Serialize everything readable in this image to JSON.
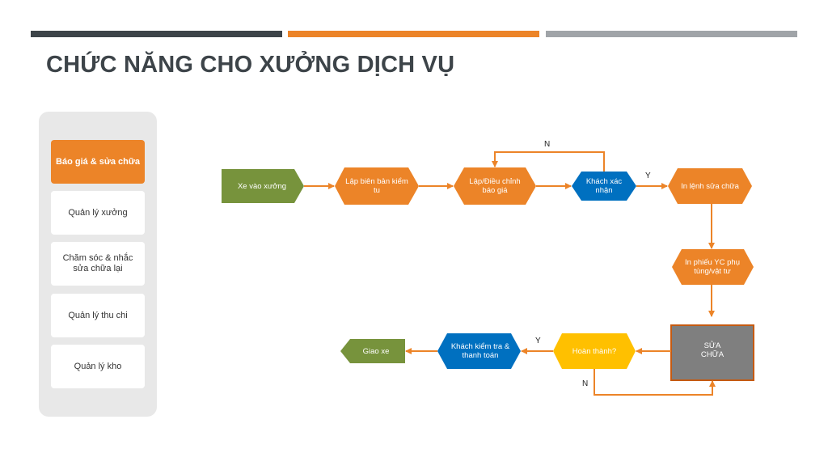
{
  "title": "CHỨC NĂNG CHO XƯỞNG DỊCH VỤ",
  "sidebar": {
    "items": [
      {
        "label": "Báo giá & sửa chữa",
        "active": true
      },
      {
        "label": "Quản lý xưởng"
      },
      {
        "label": "Chăm sóc & nhắc sửa chữa lại"
      },
      {
        "label": "Quản lý thu chi"
      },
      {
        "label": "Quản lý kho"
      }
    ]
  },
  "flow": {
    "nodes": {
      "xe_vao_xuong": "Xe vào xưởng",
      "lap_bien_ban": "Lập biên bản kiểm tu",
      "lap_dieu_chinh": "Lập/Điều chỉnh báo giá",
      "khach_xac_nhan": "Khách xác nhận",
      "in_lenh": "In lệnh sửa chữa",
      "in_phieu": "In phiếu YC phụ tùng/vật tư",
      "sua_chua": "SỬA CHỮA",
      "hoan_thanh": "Hoàn thành?",
      "khach_kiem_tra": "Khách kiểm tra & thanh toán",
      "giao_xe": "Giao xe"
    },
    "marks": {
      "n_top": "N",
      "y_confirm": "Y",
      "y_done": "Y",
      "n_bottom": "N"
    },
    "colors": {
      "green": "#77933c",
      "orange": "#ec8428",
      "blue": "#0070c0",
      "yellow": "#ffc000",
      "gray": "#7f7f7f",
      "arrow": "#ec8428"
    }
  }
}
